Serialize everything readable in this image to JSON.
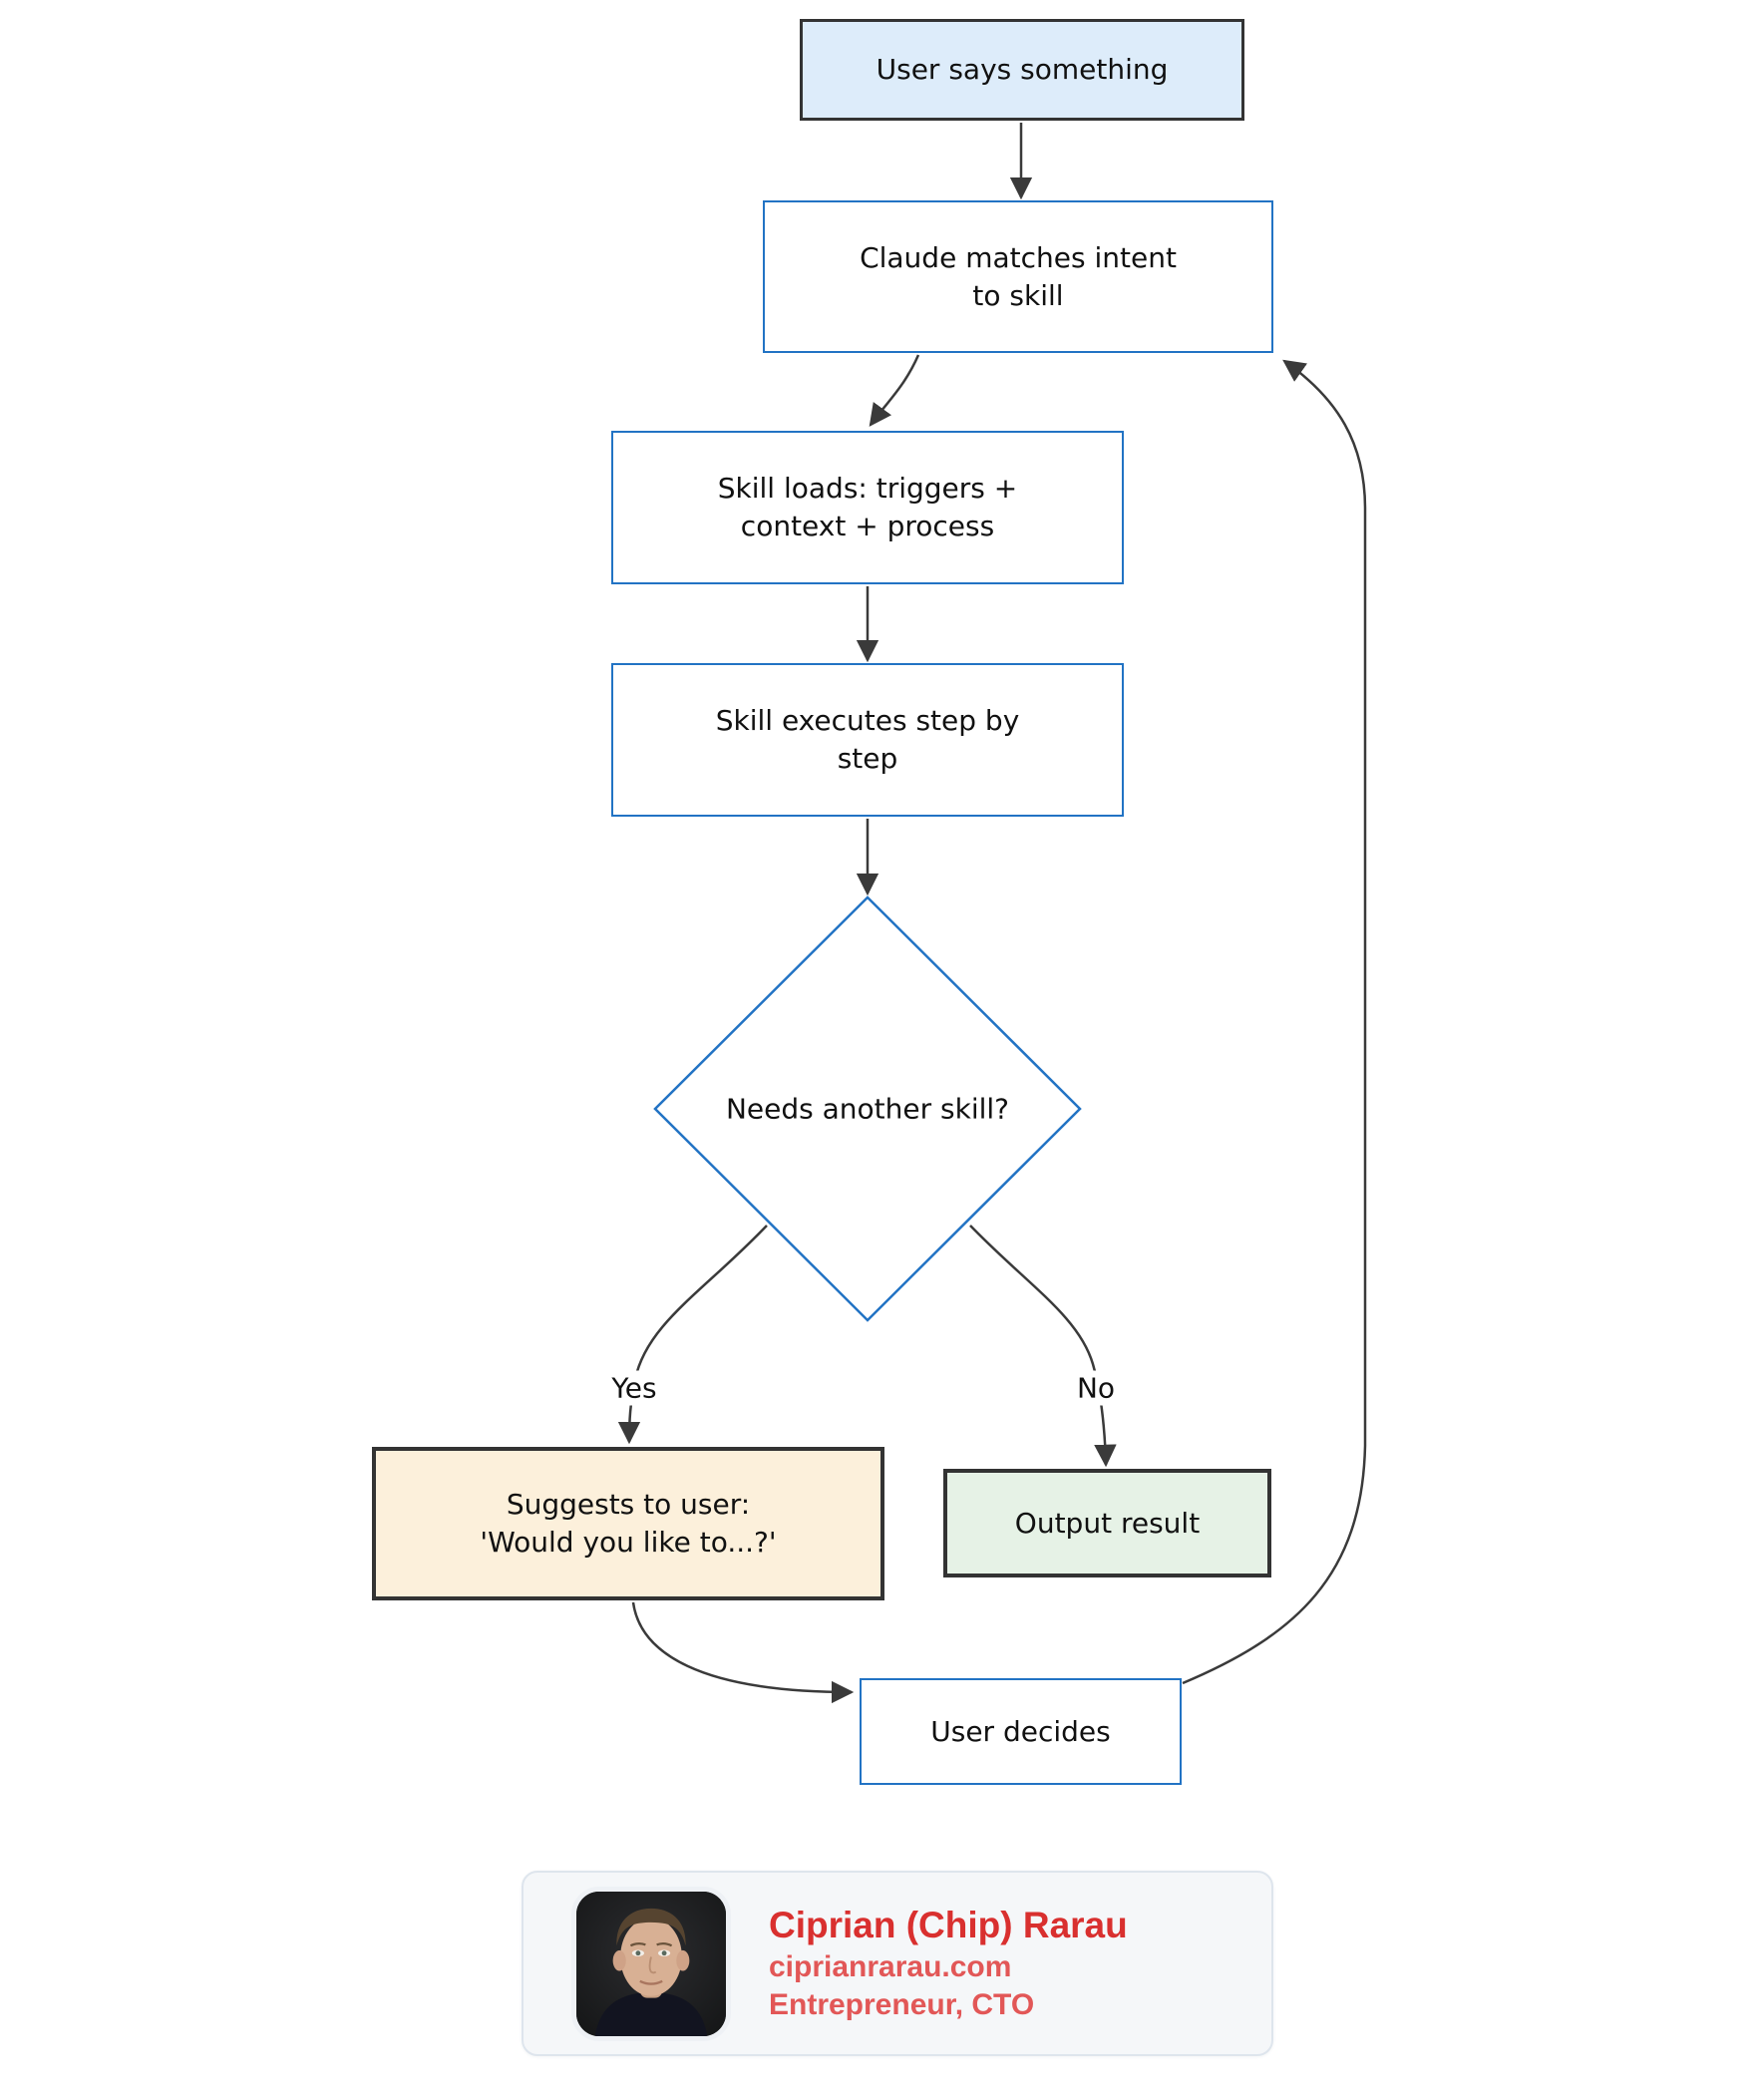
{
  "flowchart": {
    "nodes": {
      "user_says": {
        "label": "User says something"
      },
      "claude_matches": {
        "line1": "Claude matches intent",
        "line2": "to skill"
      },
      "skill_loads": {
        "line1": "Skill loads: triggers +",
        "line2": "context + process"
      },
      "skill_executes": {
        "line1": "Skill executes step by",
        "line2": "step"
      },
      "needs_another_skill": {
        "label": "Needs another skill?"
      },
      "suggests": {
        "line1": "Suggests to user:",
        "line2": "'Would you like to...?'"
      },
      "output_result": {
        "label": "Output result"
      },
      "user_decides": {
        "label": "User decides"
      }
    },
    "edge_labels": {
      "yes": "Yes",
      "no": "No"
    },
    "colors": {
      "blue_border": "#2273c4",
      "dark_border": "#333333",
      "blue_fill": "#ddecfa",
      "cream_fill": "#fcf0db",
      "green_fill": "#e6f2e6",
      "edge_color": "#3a3a3a",
      "name_red": "#d9302f",
      "sub_red": "#e25757",
      "card_bg": "#f5f7f9",
      "card_border": "#dee5ed"
    }
  },
  "author_card": {
    "name": "Ciprian (Chip) Rarau",
    "website": "ciprianrarau.com",
    "role": "Entrepreneur, CTO"
  }
}
